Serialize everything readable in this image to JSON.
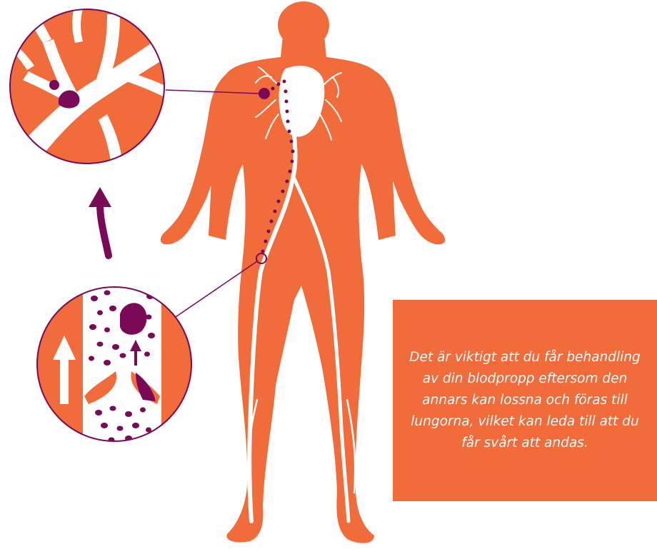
{
  "info_box": {
    "text": "Det är viktigt att du får behandling av din blodpropp eftersom den annars kan lossna och föras till lungorna, vilket kan leda till att du får svårt att andas."
  },
  "colors": {
    "body": "#f26b3a",
    "clot": "#7a0a55",
    "vein": "#ffffff",
    "background": "#ffffff"
  },
  "icons": {
    "arrow": "curved-up-arrow",
    "flow": "straight-up-arrow"
  }
}
